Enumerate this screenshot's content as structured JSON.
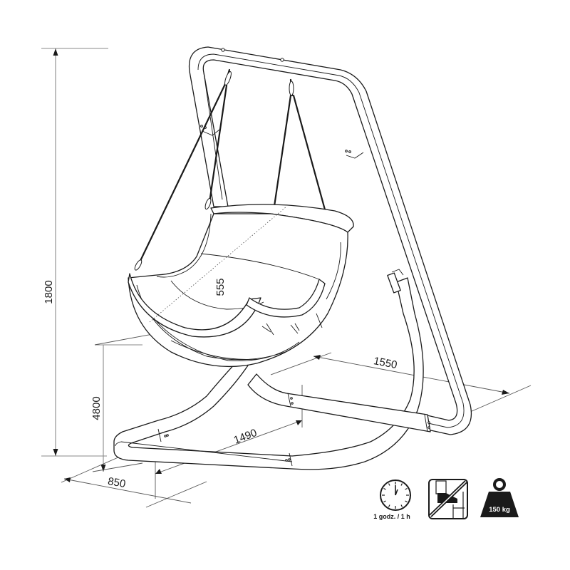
{
  "figure": {
    "subject": "Hanging swing chair on steel stand",
    "dimensions": {
      "total_height": "1800",
      "seat_height": "4800",
      "seat_depth": "555",
      "base_length": "1550",
      "stand_width": "1490",
      "base_depth": "850"
    },
    "icons": [
      {
        "name": "assembly-time-icon",
        "symbol": "clock",
        "label": "1 godz. / 1 h"
      },
      {
        "name": "no-climbing-icon",
        "symbol": "crossed-out foot on ladder",
        "label": ""
      },
      {
        "name": "max-load-icon",
        "symbol": "weight",
        "label": "150 kg"
      }
    ],
    "colors": {
      "line": "#1a1a1a",
      "dimension_line": "#555555",
      "background": "#ffffff"
    }
  }
}
